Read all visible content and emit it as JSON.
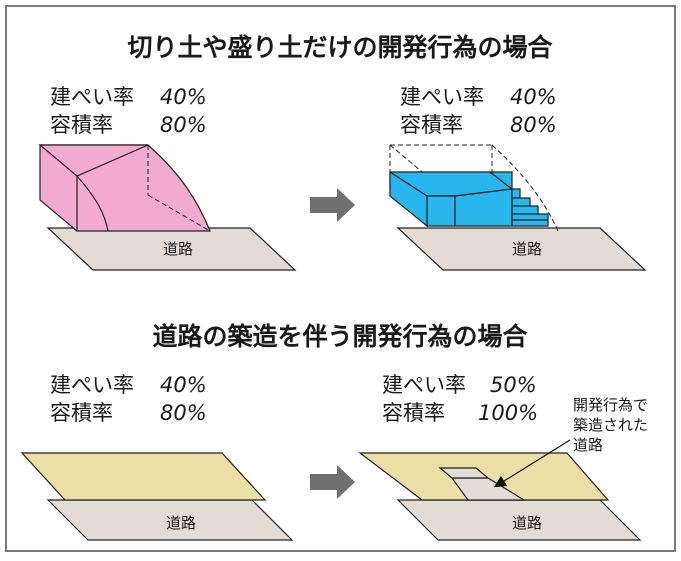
{
  "sections": [
    {
      "title": "切り土や盛り土だけの開発行為の場合",
      "before": {
        "coverage_label": "建ぺい率",
        "coverage_value": "40%",
        "volume_label": "容積率",
        "volume_value": "80%",
        "road_label": "道路"
      },
      "after": {
        "coverage_label": "建ぺい率",
        "coverage_value": "40%",
        "volume_label": "容積率",
        "volume_value": "80%",
        "road_label": "道路"
      }
    },
    {
      "title": "道路の築造を伴う開発行為の場合",
      "before": {
        "coverage_label": "建ぺい率",
        "coverage_value": "40%",
        "volume_label": "容積率",
        "volume_value": "80%",
        "road_label": "道路"
      },
      "after": {
        "coverage_label": "建ぺい率",
        "coverage_value": "50%",
        "volume_label": "容積率",
        "volume_value": "100%",
        "road_label": "道路",
        "note_lines": [
          "開発行為で",
          "築造された",
          "道路"
        ]
      }
    }
  ],
  "colors": {
    "border": "#7a7a7a",
    "road_fill": "#e3dbd6",
    "mound_fill": "#f2aad0",
    "cut_fill": "#29b6ec",
    "site_fill": "#ecdfa6",
    "arrow_fill": "#707070"
  }
}
